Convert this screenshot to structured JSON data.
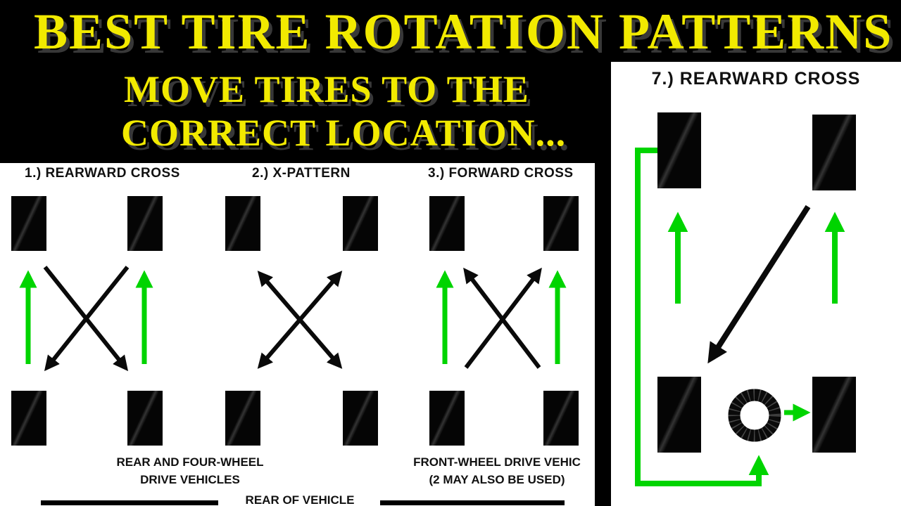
{
  "colors": {
    "title_yellow": "#f2ea00",
    "arrow_green": "#00d400",
    "ink_black": "#0a0a0a",
    "paper_white": "#ffffff"
  },
  "header": {
    "title": "BEST TIRE ROTATION PATTERNS",
    "subtitle_line1": "MOVE TIRES TO THE",
    "subtitle_line2": "CORRECT LOCATION..."
  },
  "diagrams": [
    {
      "label": "1.) REARWARD CROSS",
      "caption_line1": "REAR AND FOUR-WHEEL",
      "caption_line2": "DRIVE VEHICLES"
    },
    {
      "label": "2.) X-PATTERN"
    },
    {
      "label": "3.) FORWARD CROSS",
      "caption_line1": "FRONT-WHEEL DRIVE VEHIC",
      "caption_line2": "(2 MAY ALSO BE USED)"
    }
  ],
  "right_panel": {
    "label": "7.) REARWARD CROSS"
  },
  "footer": {
    "label": "REAR OF VEHICLE"
  },
  "icons": {
    "spare_tire": "donut-circle",
    "green_up_arrow": "thick-up-arrow",
    "cross_arrow": "diagonal-arrow"
  }
}
